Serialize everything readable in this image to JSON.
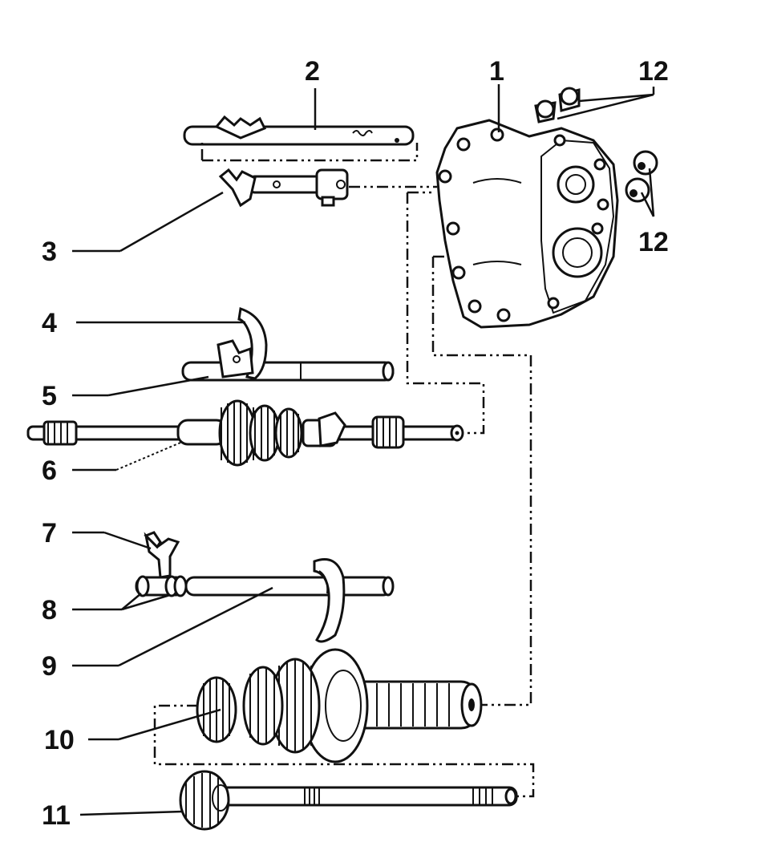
{
  "callouts": {
    "n1": "1",
    "n2": "2",
    "n3": "3",
    "n4": "4",
    "n5": "5",
    "n6": "6",
    "n7": "7",
    "n8": "8",
    "n9": "9",
    "n10": "10",
    "n11": "11",
    "n12a": "12",
    "n12b": "12"
  }
}
